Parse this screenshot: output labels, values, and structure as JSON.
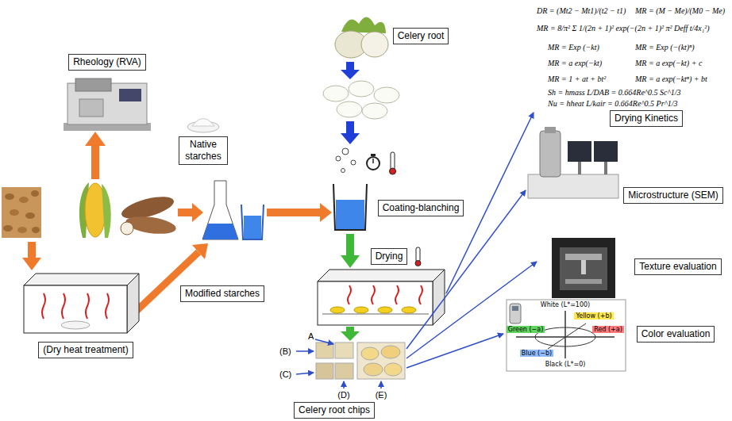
{
  "diagram": {
    "nodes": [
      {
        "text": [
          "Rheology (RVA)"
        ]
      },
      {
        "text": [
          "Celery root"
        ]
      },
      {
        "text": [
          "Native starches"
        ]
      },
      {
        "text": [
          "Coating-blanching"
        ]
      },
      {
        "text": [
          "Drying"
        ]
      },
      {
        "text": [
          "Modified starches"
        ]
      },
      {
        "text": [
          "(Dry heat treatment)"
        ]
      },
      {
        "text": [
          "Celery root chips"
        ]
      },
      {
        "text": [
          "Drying Kinetics"
        ]
      },
      {
        "text": [
          "Microstructure (SEM)"
        ]
      },
      {
        "text": [
          "Texture evaluation"
        ]
      },
      {
        "text": [
          "Color evaluation"
        ]
      }
    ],
    "labels": [
      "DR = (Mt2 − Mt1)/(t2 − t1)",
      "MR = (M − Me)/(M0 − Me)",
      "MR = 8/π² Σ 1/(2n + 1)² exp(−(2n + 1)² π² Deff t/4x₁²)",
      "MR = Exp (−kt)",
      "MR = Exp (−(kt)ⁿ)",
      "MR = a exp(−kt)",
      "MR = a exp(−kt) + c",
      "MR = 1 + at + bt²",
      "MR = a exp(−ktⁿ) + bt",
      "Sh = hmass L/DAB = 0.664Re^0.5 Sc^1/3",
      "Nu = hheat L/kair = 0.664Re^0.5 Pr^1/3",
      "(B)",
      "(C)",
      "A",
      "(D)",
      "(E)",
      "White (L*=100)",
      "Yellow (+b)",
      "Red (+a)",
      "Green (−a)",
      "Blue (−b)",
      "Black (L*=0)"
    ]
  }
}
